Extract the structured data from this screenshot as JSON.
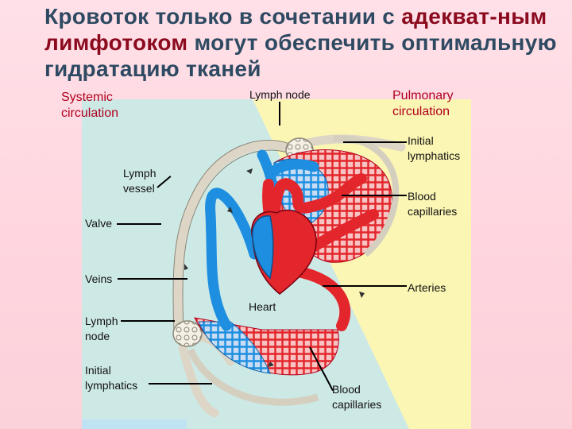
{
  "title": {
    "part1": "Кровоток только в сочетании с ",
    "part2": "адекват-ным лимфотоком",
    "part3": " могут обеспечить оптимальную гидратацию тканей"
  },
  "labels": {
    "systemic": "Systemic\ncirculation",
    "pulmonary": "Pulmonary\ncirculation",
    "lymph_node_top": "Lymph node",
    "initial_lymphatics_right": "Initial\nlymphatics",
    "lymph_vessel": "Lymph\nvessel",
    "blood_capillaries_right": "Blood\ncapillaries",
    "valve": "Valve",
    "veins": "Veins",
    "arteries": "Arteries",
    "heart": "Heart",
    "lymph_node_bottom": "Lymph\nnode",
    "initial_lymphatics_left": "Initial\nlymphatics",
    "blood_capillaries_bottom": "Blood\ncapillaries"
  },
  "colors": {
    "arteries": "#e3262b",
    "veins": "#1e8fe0",
    "lymph": "#ddd6c6",
    "systemic_bg": "#cde9e6",
    "pulmonary_bg": "#fbf6b4"
  }
}
